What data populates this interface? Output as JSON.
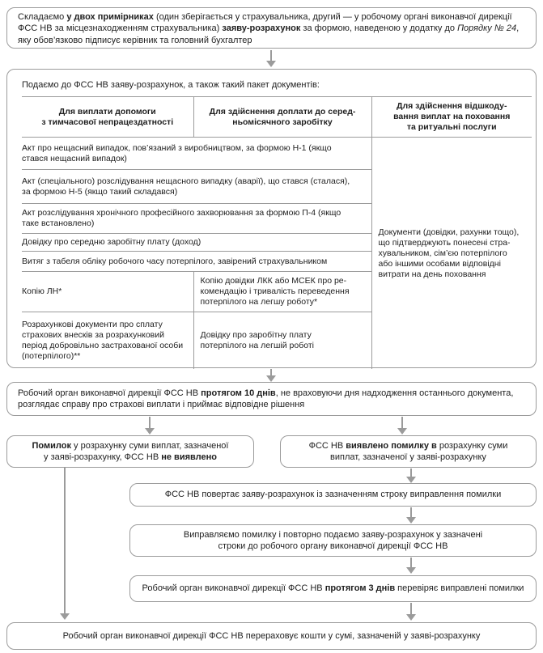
{
  "colors": {
    "border": "#9b9b9b",
    "arrow": "#9b9b9b",
    "text": "#1e1e1e",
    "bg": "#ffffff"
  },
  "compose": {
    "segments": [
      {
        "t": "Складаємо "
      },
      {
        "t": "у двох примірниках",
        "b": true
      },
      {
        "t": " (один зберігається у страхувальника, другий — у робочому органі виконавчої дирекції ФСС НВ за місцезнаходженням страхувальника) "
      },
      {
        "t": "заяву-розрахунок",
        "b": true
      },
      {
        "t": " за формою, наведеною у додатку до "
      },
      {
        "t": "Порядку № 24",
        "i": true
      },
      {
        "t": ", яку обов’язково підписує керівник та головний бухгалтер"
      }
    ]
  },
  "submit": {
    "intro": "Подаємо до ФСС НВ заяву-розрахунок, а також такий пакет документів:",
    "table": {
      "headers": [
        "Для виплати допомоги\nз тимчасової непрацездатності",
        "Для здійснення доплати до серед-\nньомісячного заробітку",
        "Для здійснення відшкоду-\nвання виплат на поховання\nта ритуальні послуги"
      ],
      "merged_rows": [
        "Акт про нещасний випадок, пов’язаний з виробництвом, за формою Н-1 (якщо\nстався нещасний випадок)",
        "Акт (спеціального) розслідування нещасного випадку (аварії), що стався (сталася),\nза формою Н-5 (якщо такий складався)",
        "Акт розслідування хронічного професійного захворювання за формою П-4 (якщо\nтаке встановлено)",
        "Довідку про середню заробітну плату (доход)",
        "Витяг з табеля обліку робочого часу потерпілого, завірений страхувальником"
      ],
      "split_rows": [
        {
          "col1": "Копію ЛН*",
          "col2": "Копію довідки ЛКК або МСЕК про ре-\nкомендацію і тривалість переведення\nпотерпілого на легшу роботу*"
        },
        {
          "col1": "Розрахункові документи про сплату\nстрахових внесків за розрахунковий\nперіод добровільно застрахованої особи\n(потерпілого)**",
          "col2": "Довідку про заробітну плату\nпотерпілого на легшій роботі"
        }
      ],
      "funeral_docs": "Документи (довідки, рахунки тощо),\nщо підтверджують понесені стра-\nхувальником, сім’єю потерпілого\nабо іншими особами відповідні\nвитрати на день поховання"
    }
  },
  "review": {
    "segments": [
      {
        "t": "Робочий орган виконавчої дирекції ФСС НВ "
      },
      {
        "t": "протягом 10 днів",
        "b": true
      },
      {
        "t": ", не враховуючи дня надходження останнього документа, розглядає справу про страхові виплати і приймає відповідне рішення"
      }
    ]
  },
  "no_errors": {
    "segments": [
      {
        "t": "Помилок",
        "b": true
      },
      {
        "t": " у розрахунку суми виплат, зазначеної"
      },
      {
        "br": true
      },
      {
        "t": "у заяві-розрахунку, ФСС НВ "
      },
      {
        "t": "не виявлено",
        "b": true
      }
    ]
  },
  "errors_found": {
    "segments": [
      {
        "t": "ФСС НВ "
      },
      {
        "t": "виявлено помилку в",
        "b": true
      },
      {
        "t": " розрахунку суми"
      },
      {
        "br": true
      },
      {
        "t": "виплат, зазначеної у заяві-розрахунку"
      }
    ]
  },
  "return_box": {
    "text": "ФСС НВ повертає заяву-розрахунок із зазначенням строку виправлення помилки"
  },
  "resubmit": {
    "text": "Виправляємо помилку і повторно подаємо заяву-розрахунок у зазначені\nстроки до робочого органу виконавчої дирекції ФСС НВ"
  },
  "verify": {
    "segments": [
      {
        "t": "Робочий орган виконавчої дирекції ФСС НВ "
      },
      {
        "t": "протягом 3 днів",
        "b": true
      },
      {
        "t": " перевіряє виправлені помилки"
      }
    ]
  },
  "transfer": {
    "text": "Робочий орган виконавчої дирекції ФСС НВ перераховує кошти у сумі, зазначеній у заяві-розрахунку"
  }
}
